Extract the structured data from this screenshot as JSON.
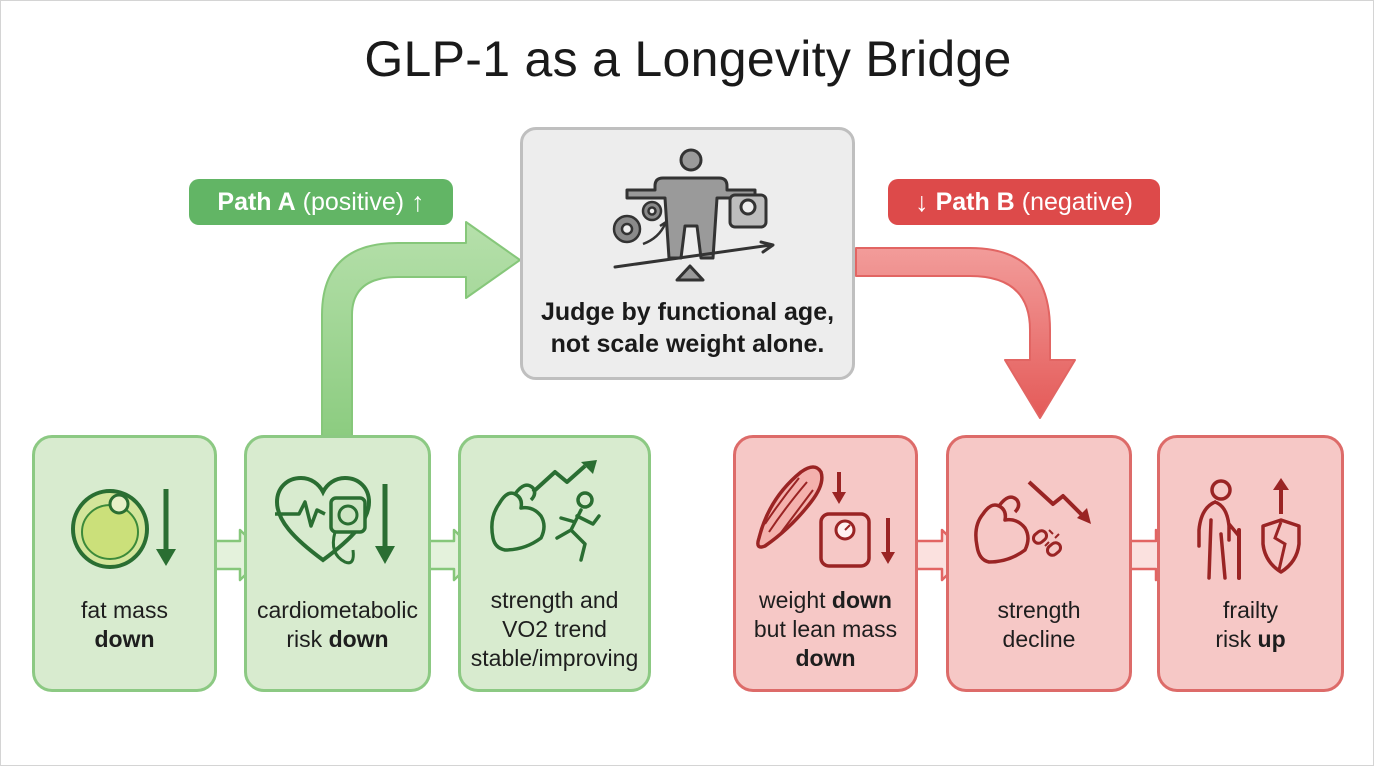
{
  "title": "GLP-1 as a Longevity Bridge",
  "colors": {
    "positive": "#62b565",
    "positive_dark": "#2a6e32",
    "positive_card": "#d8ebcf",
    "negative": "#dd4a4a",
    "negative_dark": "#9a2424",
    "negative_card": "#f6c8c6",
    "neutral_card": "#ededed"
  },
  "path_a": {
    "label_strong": "Path A",
    "label_rest": "(positive)",
    "arrow": "↑",
    "steps": [
      {
        "icon": "fat-cell-icon",
        "lines": [
          [
            {
              "t": "fat mass",
              "b": false
            }
          ],
          [
            {
              "t": "down",
              "b": true
            }
          ]
        ]
      },
      {
        "icon": "heart-blood-pressure-icon",
        "lines": [
          [
            {
              "t": "cardiometabolic",
              "b": false
            }
          ],
          [
            {
              "t": "risk ",
              "b": false
            },
            {
              "t": "down",
              "b": true
            }
          ]
        ]
      },
      {
        "icon": "strength-runner-icon",
        "lines": [
          [
            {
              "t": "strength and",
              "b": false
            }
          ],
          [
            {
              "t": "VO2 trend",
              "b": false
            }
          ],
          [
            {
              "t": "stable/improving",
              "b": false
            }
          ]
        ]
      }
    ]
  },
  "path_b": {
    "label_strong": "Path B",
    "label_rest": "(negative)",
    "arrow": "↓",
    "steps": [
      {
        "icon": "muscle-scale-icon",
        "lines": [
          [
            {
              "t": "weight ",
              "b": false
            },
            {
              "t": "down",
              "b": true
            }
          ],
          [
            {
              "t": "but lean mass",
              "b": false
            }
          ],
          [
            {
              "t": "down",
              "b": true
            }
          ]
        ]
      },
      {
        "icon": "weak-arm-broken-chain-icon",
        "lines": [
          [
            {
              "t": "strength",
              "b": false
            }
          ],
          [
            {
              "t": "decline",
              "b": false
            }
          ]
        ]
      },
      {
        "icon": "elderly-cane-shield-icon",
        "lines": [
          [
            {
              "t": "frailty",
              "b": false
            }
          ],
          [
            {
              "t": "risk ",
              "b": false
            },
            {
              "t": "up",
              "b": true
            }
          ]
        ]
      }
    ]
  },
  "center": {
    "icon": "balance-person-scale-icon",
    "line1": "Judge by functional age,",
    "line2": "not scale weight alone."
  }
}
